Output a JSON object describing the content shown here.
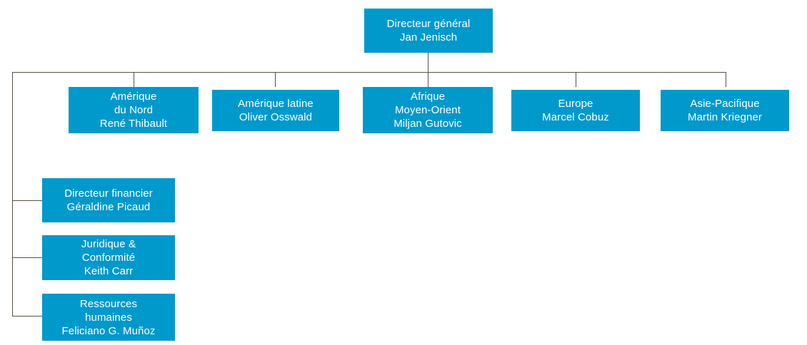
{
  "chart_title": "",
  "colors": {
    "node_fill": "#0099CC",
    "node_text": "#FFFFFF",
    "connector": "#595044",
    "background": "#FFFFFF"
  },
  "org": {
    "root": {
      "role": "Directeur général",
      "name": "Jan Jenisch"
    },
    "regions": [
      {
        "role_line1": "Amérique",
        "role_line2": "du Nord",
        "name": "René Thibault"
      },
      {
        "role_line1": "Amérique latine",
        "role_line2": "",
        "name": "Oliver Osswald"
      },
      {
        "role_line1": "Afrique",
        "role_line2": "Moyen-Orient",
        "name": "Miljan Gutovic"
      },
      {
        "role_line1": "Europe",
        "role_line2": "",
        "name": "Marcel Cobuz"
      },
      {
        "role_line1": "Asie-Pacifique",
        "role_line2": "",
        "name": "Martin Kriegner"
      }
    ],
    "functions": [
      {
        "role_line1": "Directeur financier",
        "role_line2": "",
        "name": "Géraldine Picaud"
      },
      {
        "role_line1": "Juridique &",
        "role_line2": "Conformité",
        "name": "Keith Carr"
      },
      {
        "role_line1": "Ressources",
        "role_line2": "humaines",
        "name": "Feliciano G. Muñoz"
      }
    ]
  }
}
